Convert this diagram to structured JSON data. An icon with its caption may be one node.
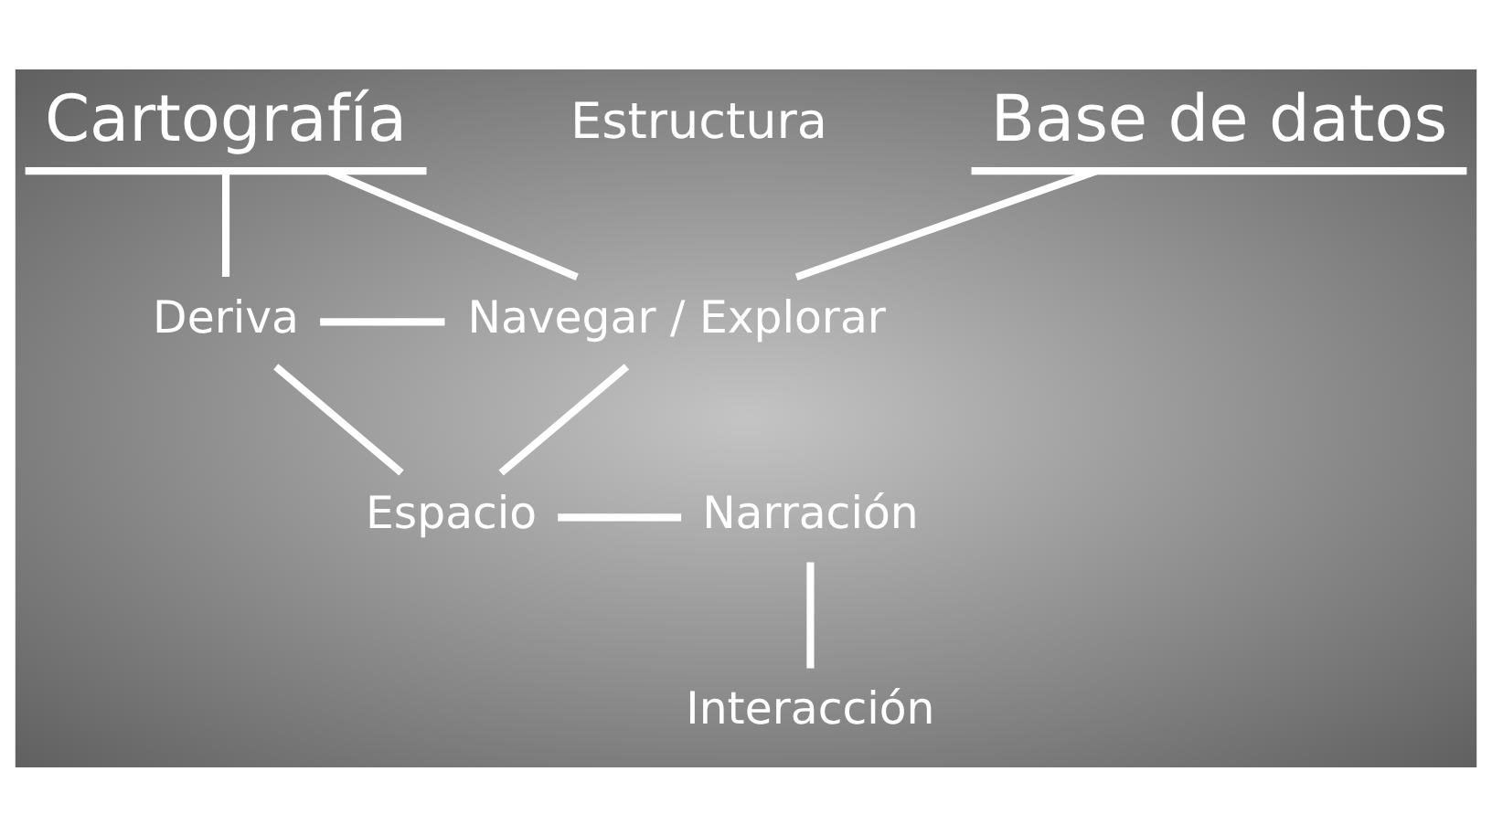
{
  "diagram": {
    "nodes": [
      {
        "text": [
          "Cartografía"
        ]
      },
      {
        "text": [
          "Base de datos"
        ]
      },
      {
        "text": [
          "Deriva"
        ]
      },
      {
        "text": [
          "Navegar / Explorar"
        ]
      },
      {
        "text": [
          "Espacio"
        ]
      },
      {
        "text": [
          "Narración"
        ]
      },
      {
        "text": [
          "Interacción"
        ]
      }
    ],
    "edges": [
      {
        "from": 0,
        "to": 2,
        "arrow": "none"
      },
      {
        "from": 0,
        "to": 3,
        "arrow": "none"
      },
      {
        "from": 1,
        "to": 3,
        "arrow": "none"
      },
      {
        "from": 2,
        "to": 3,
        "arrow": "none"
      },
      {
        "from": 2,
        "to": 4,
        "arrow": "none"
      },
      {
        "from": 3,
        "to": 4,
        "arrow": "none"
      },
      {
        "from": 4,
        "to": 5,
        "arrow": "none"
      },
      {
        "from": 5,
        "to": 6,
        "arrow": "none"
      }
    ],
    "labels": [
      "Estructura"
    ]
  }
}
